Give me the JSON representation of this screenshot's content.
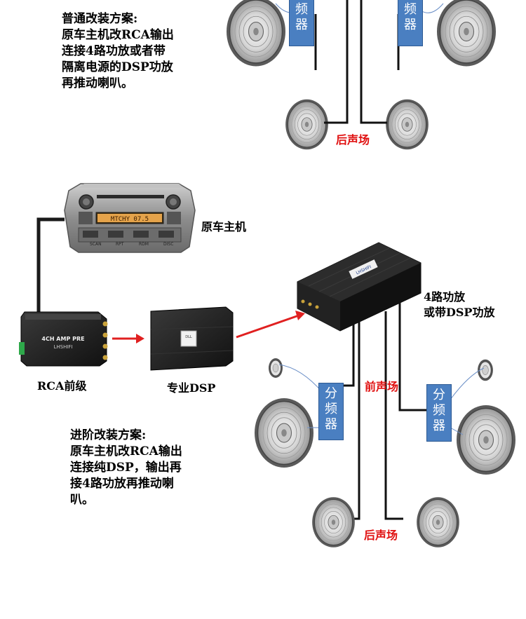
{
  "plan_basic": {
    "title": "普通改装方案:",
    "lines": [
      "原车主机改RCA输出",
      "连接4路功放或者带",
      "隔离电源的DSP功放",
      "再推动喇叭。"
    ]
  },
  "plan_advanced": {
    "title": "进阶改装方案:",
    "lines": [
      "原车主机改RCA输出",
      "连接纯DSP，输出再",
      "接4路功放再推动喇",
      "叭。"
    ]
  },
  "labels": {
    "head_unit": "原车主机",
    "rca_pre": "RCA前级",
    "pro_dsp": "专业DSP",
    "amp_line1": "4路功放",
    "amp_line2": "或带DSP功放",
    "rear_stage": "后声场",
    "front_stage": "前声场"
  },
  "crossover": {
    "chars": [
      "分",
      "频",
      "器"
    ]
  },
  "device_text": {
    "pre_line1": "4CH AMP PRE",
    "pre_line2": "LHSHIFI",
    "dsp_badge": "DLL",
    "amp_badge": "LHSHIFI",
    "radio_display": "MTCHY  07.5",
    "radio_buttons": [
      "SCAN",
      "RPT",
      "RDM",
      "DISC"
    ]
  },
  "colors": {
    "crossover_blue": "#4a7fc1",
    "stage_red": "#e01010",
    "arrow_red": "#e02020",
    "device_black": "#1a1a1a",
    "radio_silver": "#9a9a9a",
    "display_orange": "#e5a34a"
  }
}
